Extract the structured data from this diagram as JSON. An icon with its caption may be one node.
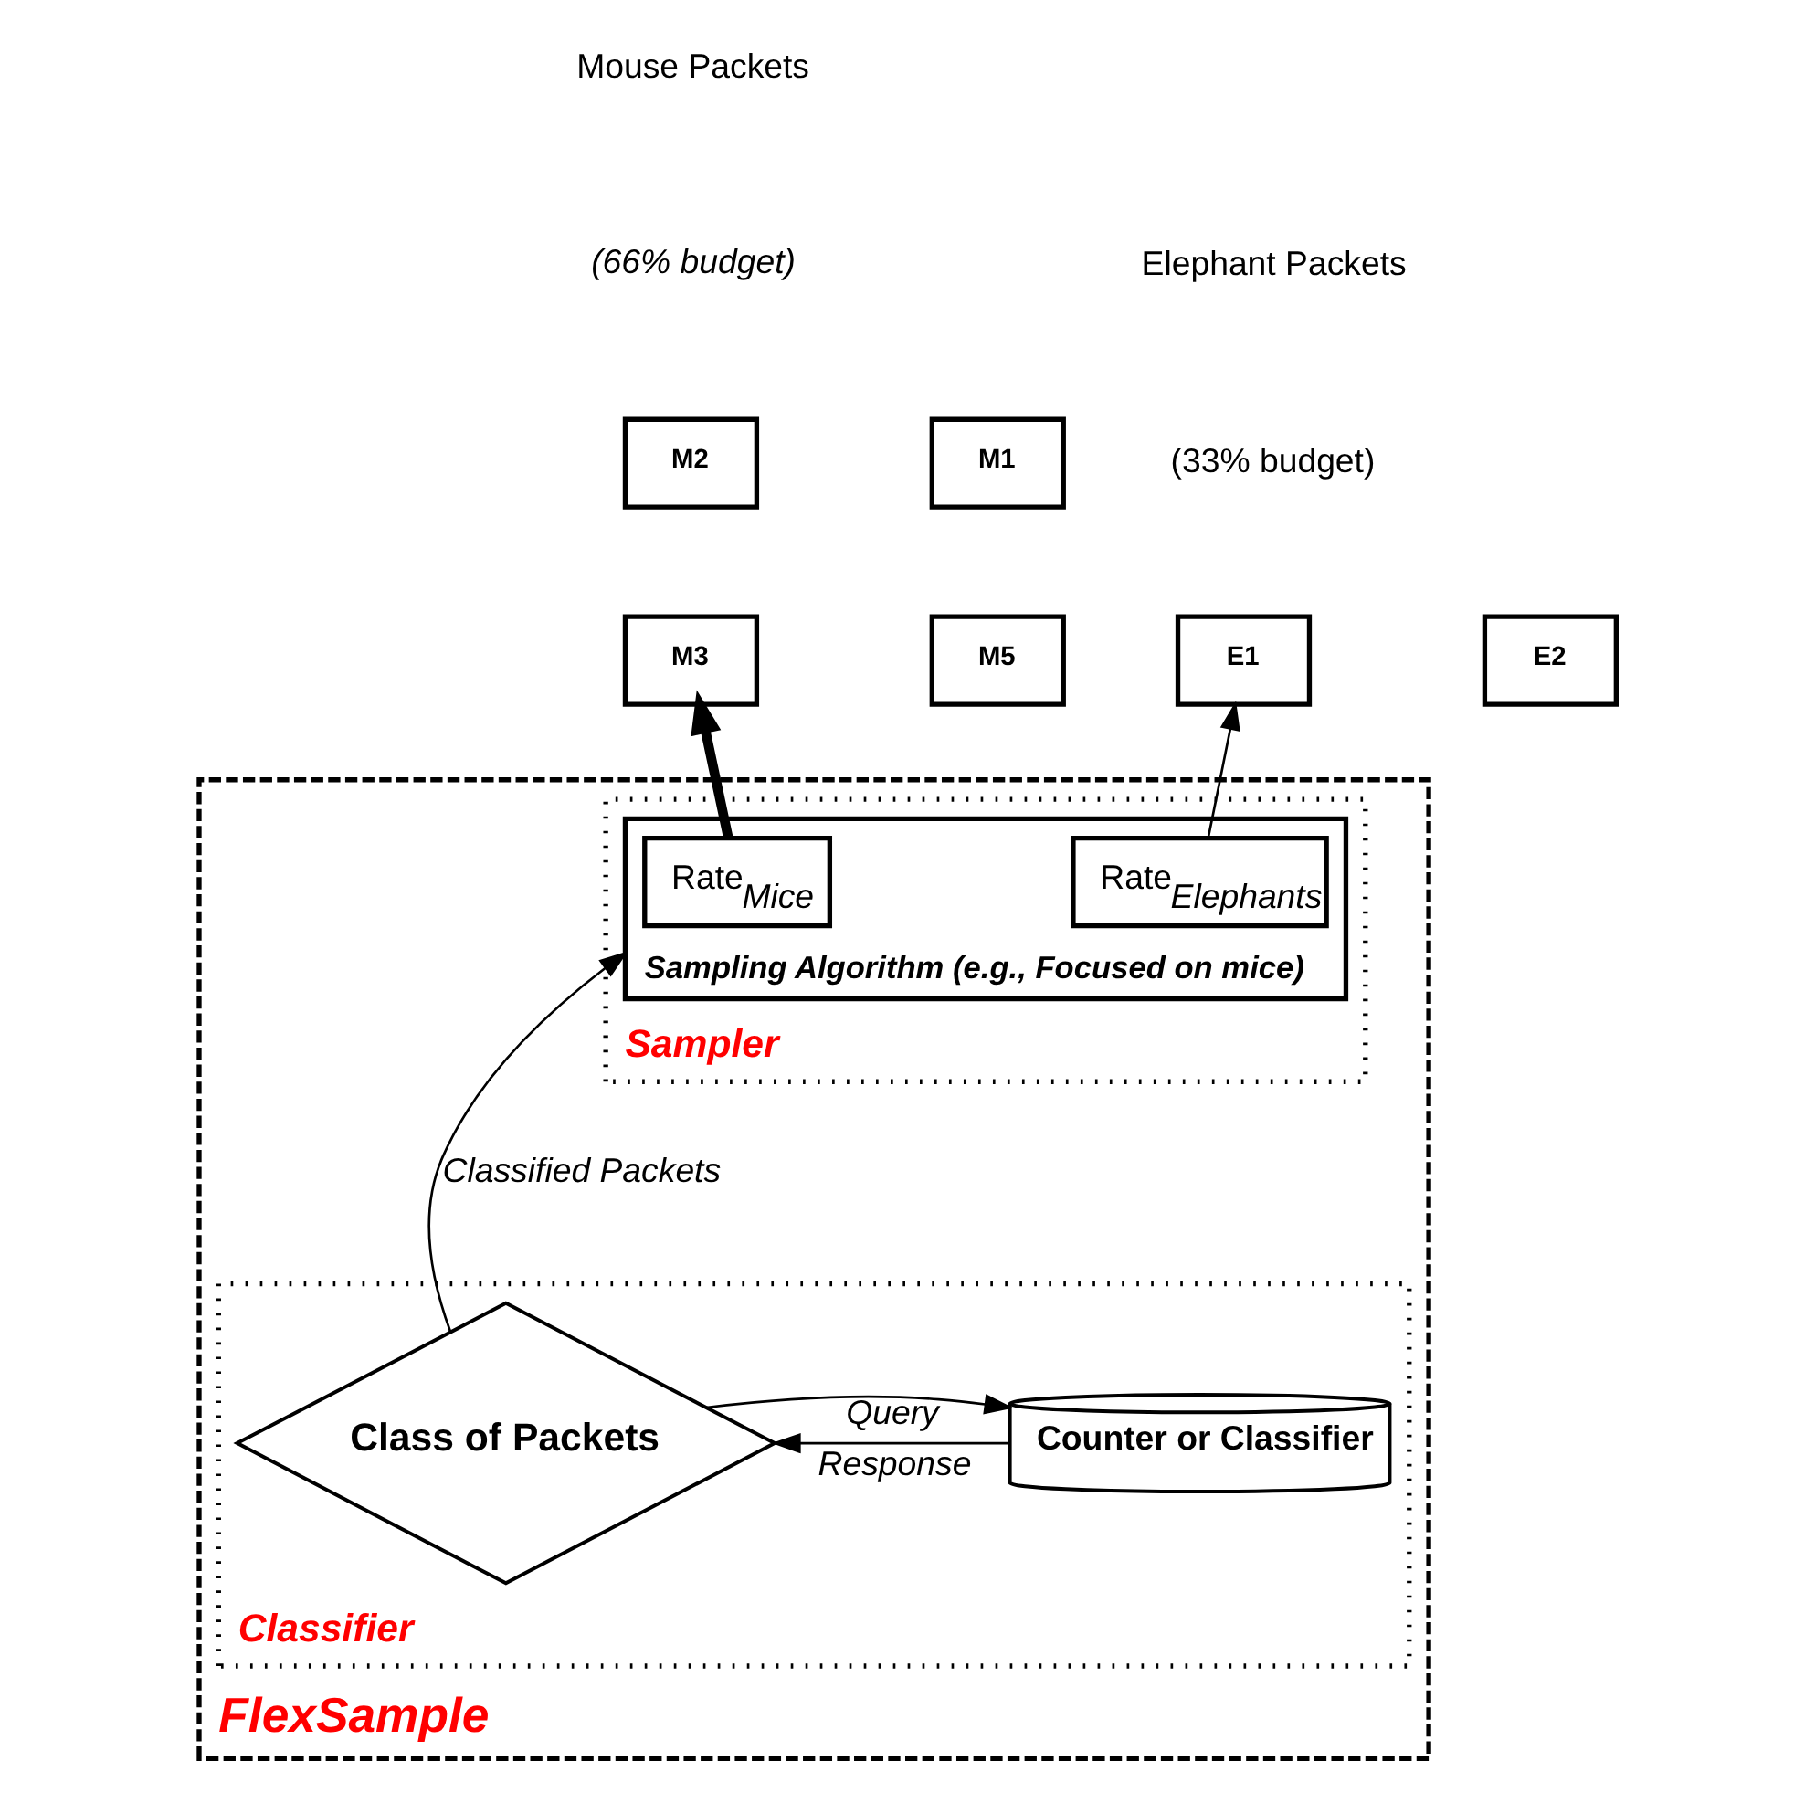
{
  "diagram": {
    "nodes": [
      {
        "text": [
          "FlexSample"
        ]
      },
      {
        "text": [
          "Sampler"
        ],
        "in": 0
      },
      {
        "text": [
          "Sampling Algorithm (e.g., Focused on mice)"
        ],
        "in": 1
      },
      {
        "text": [
          "Rate",
          "Mice"
        ],
        "in": 2
      },
      {
        "text": [
          "Rate",
          "Elephants"
        ],
        "in": 2
      },
      {
        "text": [
          "Classifier"
        ],
        "in": 0
      },
      {
        "text": [
          "Class of Packets"
        ],
        "in": 5
      },
      {
        "text": [
          "Counter or Classifier"
        ],
        "in": 5
      },
      {
        "text": [
          "M2"
        ]
      },
      {
        "text": [
          "M1"
        ]
      },
      {
        "text": [
          "M3"
        ]
      },
      {
        "text": [
          "M5"
        ]
      },
      {
        "text": [
          "E1"
        ]
      },
      {
        "text": [
          "E2"
        ]
      }
    ],
    "edges": [
      {
        "from": 3,
        "to": 10,
        "arrow": "to",
        "style": "thick"
      },
      {
        "from": 4,
        "to": 12,
        "arrow": "to"
      },
      {
        "from": 6,
        "to": 2,
        "arrow": "to",
        "label": "Classified Packets"
      },
      {
        "from": 7,
        "to": 6,
        "arrow": "to",
        "label": "Response"
      },
      {
        "from": 6,
        "to": 7,
        "arrow": "to",
        "label": "Query"
      }
    ],
    "labels": [
      "Mouse Packets",
      "(66% budget)",
      "Elephant Packets",
      "(33% budget)"
    ]
  }
}
